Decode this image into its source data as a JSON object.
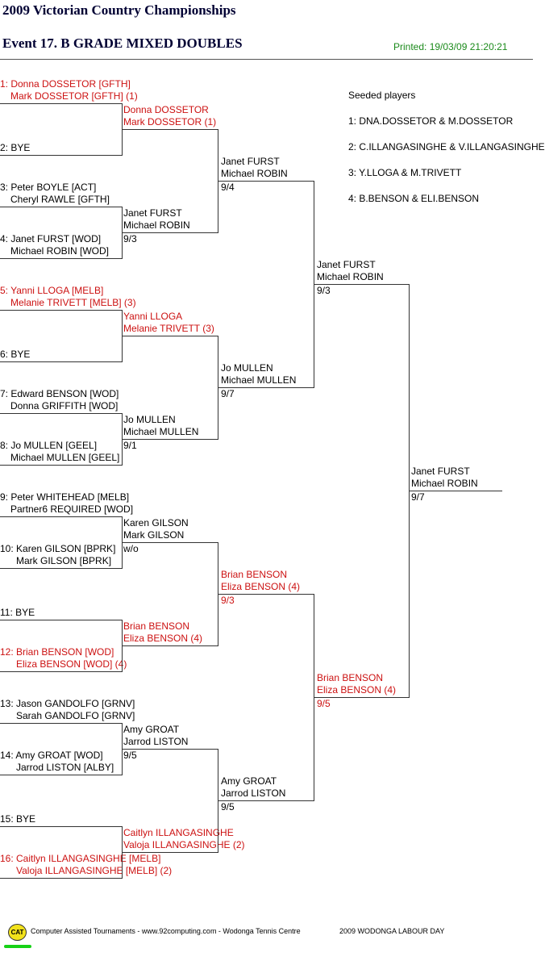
{
  "header": {
    "title": "2009 Victorian Country Championships",
    "event": "Event 17. B GRADE MIXED DOUBLES",
    "printed": "Printed: 19/03/09 21:20:21"
  },
  "seeded": {
    "heading": "Seeded players",
    "items": [
      "1: DNA.DOSSETOR & M.DOSSETOR",
      "2: C.ILLANGASINGHE & V.ILLANGASINGHE",
      "3: Y.LLOGA & M.TRIVETT",
      "4: B.BENSON & ELI.BENSON"
    ]
  },
  "round1": [
    {
      "line1": "1: Donna DOSSETOR [GFTH]",
      "line2": "Mark DOSSETOR [GFTH] (1)"
    },
    {
      "line1": "2: BYE",
      "line2": ""
    },
    {
      "line1": "3: Peter BOYLE [ACT]",
      "line2": "Cheryl RAWLE [GFTH]"
    },
    {
      "line1": "4: Janet FURST [WOD]",
      "line2": "Michael ROBIN [WOD]"
    },
    {
      "line1": "5: Yanni LLOGA [MELB]",
      "line2": "Melanie TRIVETT [MELB] (3)"
    },
    {
      "line1": "6: BYE",
      "line2": ""
    },
    {
      "line1": "7: Edward BENSON [WOD]",
      "line2": "Donna GRIFFITH [WOD]"
    },
    {
      "line1": "8: Jo MULLEN [GEEL]",
      "line2": "Michael MULLEN [GEEL]"
    },
    {
      "line1": "9: Peter WHITEHEAD [MELB]",
      "line2": "Partner6 REQUIRED [WOD]"
    },
    {
      "line1": "10: Karen GILSON [BPRK]",
      "line2": "Mark GILSON [BPRK]"
    },
    {
      "line1": "11: BYE",
      "line2": ""
    },
    {
      "line1": "12: Brian BENSON [WOD]",
      "line2": "Eliza BENSON [WOD] (4)"
    },
    {
      "line1": "13: Jason GANDOLFO [GRNV]",
      "line2": "Sarah GANDOLFO [GRNV]"
    },
    {
      "line1": "14: Amy GROAT [WOD]",
      "line2": "Jarrod LISTON [ALBY]"
    },
    {
      "line1": "15: BYE",
      "line2": ""
    },
    {
      "line1": "16: Caitlyn ILLANGASINGHE [MELB]",
      "line2": "Valoja ILLANGASINGHE [MELB] (2)"
    }
  ],
  "round2": [
    {
      "line1": "Donna DOSSETOR",
      "line2": "Mark DOSSETOR (1)",
      "score": ""
    },
    {
      "line1": "Janet FURST",
      "line2": "Michael ROBIN",
      "score": "9/3"
    },
    {
      "line1": "Yanni LLOGA",
      "line2": "Melanie TRIVETT (3)",
      "score": ""
    },
    {
      "line1": "Jo MULLEN",
      "line2": "Michael MULLEN",
      "score": "9/1"
    },
    {
      "line1": "Karen GILSON",
      "line2": "Mark GILSON",
      "score": "w/o"
    },
    {
      "line1": "Brian BENSON",
      "line2": "Eliza BENSON (4)",
      "score": ""
    },
    {
      "line1": "Amy GROAT",
      "line2": "Jarrod LISTON",
      "score": "9/5"
    },
    {
      "line1": "Caitlyn ILLANGASINGHE",
      "line2": "Valoja ILLANGASINGHE (2)",
      "score": ""
    }
  ],
  "round3": [
    {
      "line1": "Janet FURST",
      "line2": "Michael ROBIN",
      "score": "9/4"
    },
    {
      "line1": "Jo MULLEN",
      "line2": "Michael MULLEN",
      "score": "9/7"
    },
    {
      "line1": "Brian BENSON",
      "line2": "Eliza BENSON (4)",
      "score": "9/3"
    },
    {
      "line1": "Amy GROAT",
      "line2": "Jarrod LISTON",
      "score": "9/5"
    }
  ],
  "round4": [
    {
      "line1": "Janet FURST",
      "line2": "Michael ROBIN",
      "score": "9/3"
    },
    {
      "line1": "Brian BENSON",
      "line2": "Eliza BENSON (4)",
      "score": "9/5"
    }
  ],
  "final": {
    "line1": "Janet FURST",
    "line2": "Michael ROBIN",
    "score": "9/7"
  },
  "footer": {
    "logo": "CAT",
    "text": "Computer Assisted Tournaments - www.92computing.com -  Wodonga Tennis Centre",
    "event_name": "2009 WODONGA LABOUR DAY"
  },
  "colors": {
    "seed_red": "#cc1111",
    "printed_green": "#1b8a1b",
    "title_navy": "#000033"
  }
}
